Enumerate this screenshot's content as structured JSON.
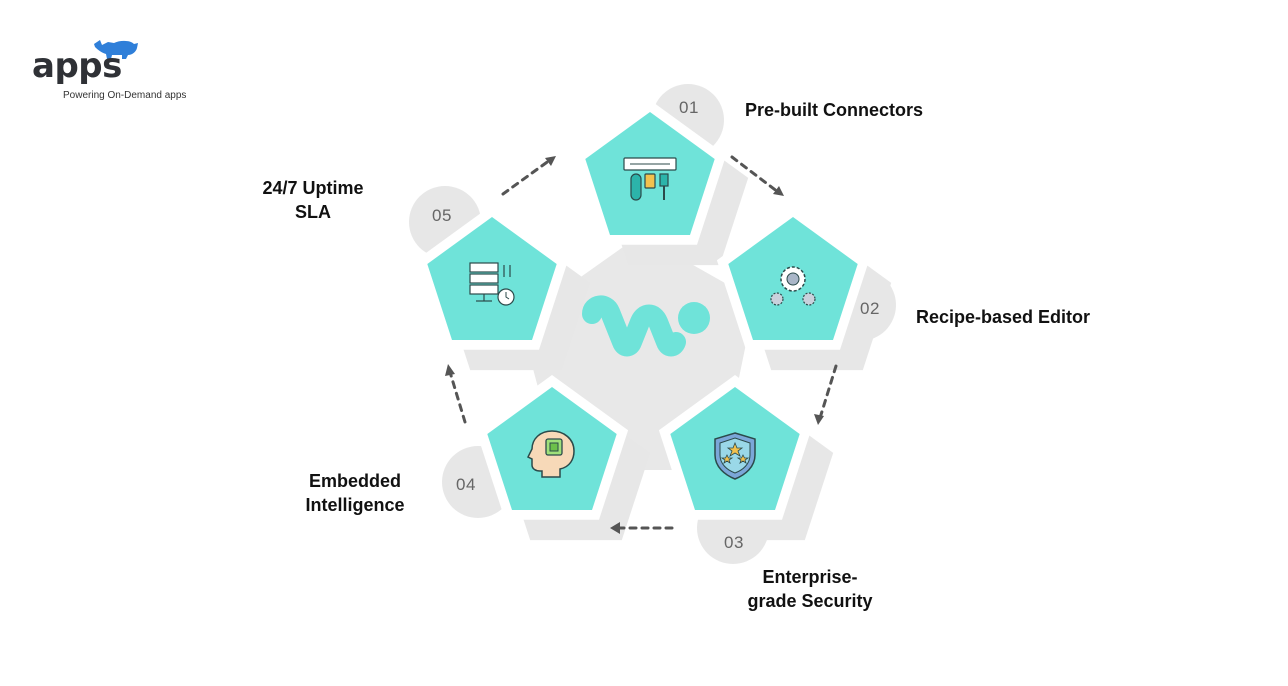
{
  "brand": {
    "name": "apps",
    "tagline": "Powering On-Demand apps",
    "rhino_color": "#2f7fd9"
  },
  "colors": {
    "teal": "#6fe3d9",
    "teal_dark": "#2cb4aa",
    "gray_light": "#e7e7e7",
    "gray_mid": "#dcdcdc",
    "arrow": "#555555"
  },
  "steps": [
    {
      "number": "01",
      "title_lines": [
        "Pre-built Connectors"
      ],
      "icon": "usb-connectors-icon"
    },
    {
      "number": "02",
      "title_lines": [
        "Recipe-based Editor"
      ],
      "icon": "gears-user-icon"
    },
    {
      "number": "03",
      "title_lines": [
        "Enterprise-",
        "grade Security"
      ],
      "icon": "shield-stars-icon"
    },
    {
      "number": "04",
      "title_lines": [
        "Embedded",
        "Intelligence"
      ],
      "icon": "ai-head-chip-icon"
    },
    {
      "number": "05",
      "title_lines": [
        "24/7 Uptime",
        "SLA"
      ],
      "icon": "server-clock-icon"
    }
  ],
  "center_icon": "w-brand-mark-icon"
}
